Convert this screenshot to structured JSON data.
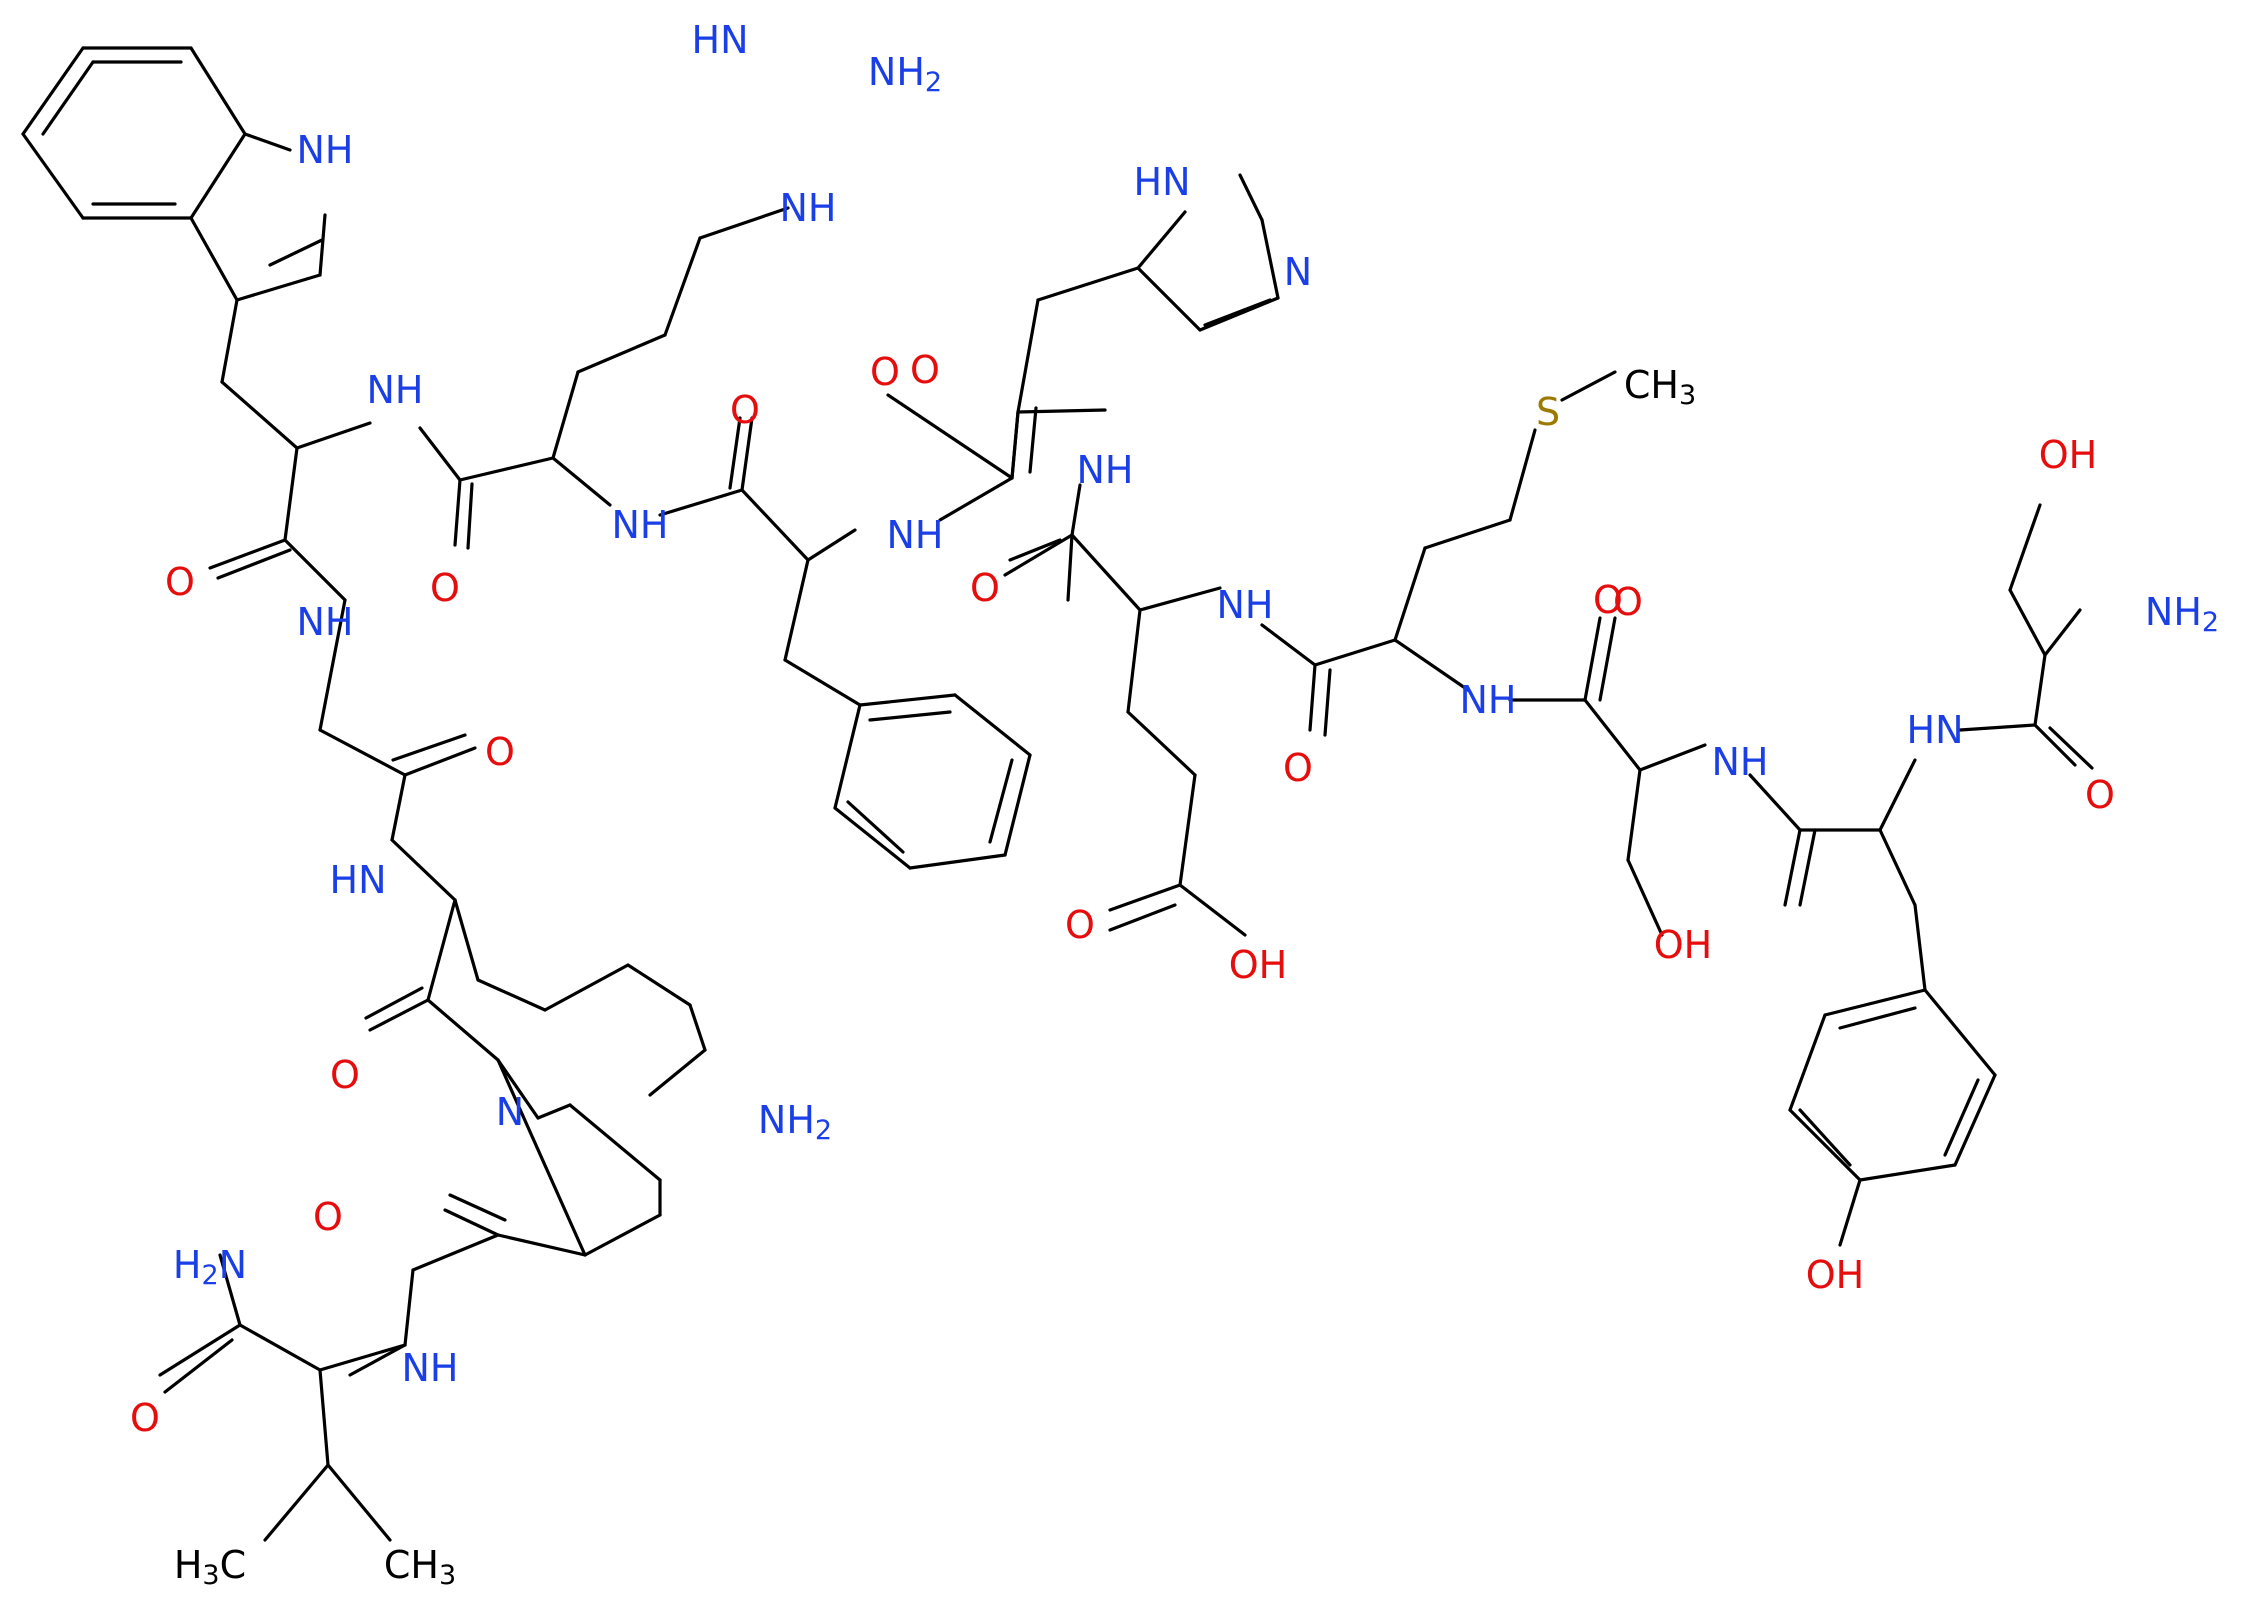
{
  "diagram": {
    "type": "skeletal-structure",
    "element_colors": {
      "N": "#1a3fe6",
      "O": "#e60d0d",
      "S": "#9c7a00",
      "C": "#000000"
    },
    "atom_labels": [
      {
        "id": "nh-indole",
        "text": "NH",
        "sub": "",
        "element": "N"
      },
      {
        "id": "imine-nh",
        "text": "HN",
        "sub": "",
        "element": "N"
      },
      {
        "id": "guan-nh2",
        "text": "NH",
        "sub": "2",
        "element": "N"
      },
      {
        "id": "guan-nh",
        "text": "NH",
        "sub": "",
        "element": "N"
      },
      {
        "id": "imid-hn",
        "text": "HN",
        "sub": "",
        "element": "N"
      },
      {
        "id": "imid-n",
        "text": "N",
        "sub": "",
        "element": "N"
      },
      {
        "id": "s-met",
        "text": "S",
        "sub": "",
        "element": "S"
      },
      {
        "id": "ch3-met",
        "text": "CH",
        "sub": "3",
        "element": "C"
      },
      {
        "id": "oh-ser-top",
        "text": "OH",
        "sub": "",
        "element": "O"
      },
      {
        "id": "nh2-ser-top",
        "text": "NH",
        "sub": "2",
        "element": "N"
      },
      {
        "id": "nh-trp",
        "text": "NH",
        "sub": "",
        "element": "N"
      },
      {
        "id": "o-arg",
        "text": "O",
        "sub": "",
        "element": "O"
      },
      {
        "id": "o-phe",
        "text": "O",
        "sub": "",
        "element": "O"
      },
      {
        "id": "o-his",
        "text": "O",
        "sub": "",
        "element": "O"
      },
      {
        "id": "nh-arg",
        "text": "NH",
        "sub": "",
        "element": "N"
      },
      {
        "id": "nh-phe",
        "text": "NH",
        "sub": "",
        "element": "N"
      },
      {
        "id": "nh-his",
        "text": "NH",
        "sub": "",
        "element": "N"
      },
      {
        "id": "o-trp",
        "text": "O",
        "sub": "",
        "element": "O"
      },
      {
        "id": "nh-gly",
        "text": "NH",
        "sub": "",
        "element": "N"
      },
      {
        "id": "o-arg-2",
        "text": "O",
        "sub": "",
        "element": "O"
      },
      {
        "id": "o-glu",
        "text": "O",
        "sub": "",
        "element": "O"
      },
      {
        "id": "nh-glu",
        "text": "NH",
        "sub": "",
        "element": "N"
      },
      {
        "id": "o-met",
        "text": "O",
        "sub": "",
        "element": "O"
      },
      {
        "id": "o-ser",
        "text": "O",
        "sub": "",
        "element": "O"
      },
      {
        "id": "nh-met",
        "text": "NH",
        "sub": "",
        "element": "N"
      },
      {
        "id": "nh-ser",
        "text": "NH",
        "sub": "",
        "element": "N"
      },
      {
        "id": "nh-tyr",
        "text": "HN",
        "sub": "",
        "element": "N"
      },
      {
        "id": "o-gly",
        "text": "O",
        "sub": "",
        "element": "O"
      },
      {
        "id": "o-ser-c",
        "text": "O",
        "sub": "",
        "element": "O"
      },
      {
        "id": "o-tyr",
        "text": "O",
        "sub": "",
        "element": "O"
      },
      {
        "id": "nh-lys",
        "text": "HN",
        "sub": "",
        "element": "N"
      },
      {
        "id": "o-glu-acid",
        "text": "O",
        "sub": "",
        "element": "O"
      },
      {
        "id": "oh-glu",
        "text": "OH",
        "sub": "",
        "element": "O"
      },
      {
        "id": "oh-ser",
        "text": "OH",
        "sub": "",
        "element": "O"
      },
      {
        "id": "o-lys",
        "text": "O",
        "sub": "",
        "element": "O"
      },
      {
        "id": "n-pro",
        "text": "N",
        "sub": "",
        "element": "N"
      },
      {
        "id": "nh2-lys",
        "text": "NH",
        "sub": "2",
        "element": "N"
      },
      {
        "id": "o-pro",
        "text": "O",
        "sub": "",
        "element": "O"
      },
      {
        "id": "h2n-val",
        "text": "H",
        "sub": "2",
        "suffix": "N",
        "element": "N"
      },
      {
        "id": "oh-tyr",
        "text": "OH",
        "sub": "",
        "element": "O"
      },
      {
        "id": "nh-val",
        "text": "NH",
        "sub": "",
        "element": "N"
      },
      {
        "id": "o-val",
        "text": "O",
        "sub": "",
        "element": "O"
      },
      {
        "id": "h3c-val",
        "text": "H",
        "sub": "3",
        "suffix": "C",
        "element": "C"
      },
      {
        "id": "ch3-val",
        "text": "CH",
        "sub": "3",
        "element": "C"
      }
    ]
  }
}
